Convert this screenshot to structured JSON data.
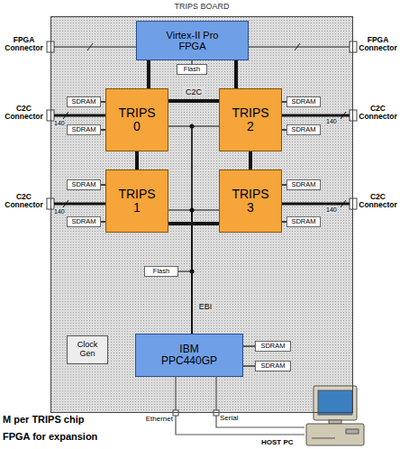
{
  "diagram": {
    "nodes": [
      {
        "text": [
          "TRIPS BOARD"
        ]
      },
      {
        "text": [
          "Virtex-II Pro FPGA"
        ],
        "in": 0
      },
      {
        "text": [
          "Flash"
        ],
        "in": 0
      },
      {
        "text": [
          "TRIPS 0"
        ],
        "in": 0
      },
      {
        "text": [
          "TRIPS 2"
        ],
        "in": 0
      },
      {
        "text": [
          "TRIPS 1"
        ],
        "in": 0
      },
      {
        "text": [
          "TRIPS 3"
        ],
        "in": 0
      },
      {
        "text": [
          "SDRAM"
        ],
        "in": 0
      },
      {
        "text": [
          "SDRAM"
        ],
        "in": 0
      },
      {
        "text": [
          "SDRAM"
        ],
        "in": 0
      },
      {
        "text": [
          "SDRAM"
        ],
        "in": 0
      },
      {
        "text": [
          "SDRAM"
        ],
        "in": 0
      },
      {
        "text": [
          "SDRAM"
        ],
        "in": 0
      },
      {
        "text": [
          "SDRAM"
        ],
        "in": 0
      },
      {
        "text": [
          "SDRAM"
        ],
        "in": 0
      },
      {
        "text": [
          "Flash"
        ],
        "in": 0
      },
      {
        "text": [
          "Clock Gen"
        ],
        "in": 0
      },
      {
        "text": [
          "IBM PPC440GP"
        ],
        "in": 0
      },
      {
        "text": [
          "SDRAM"
        ],
        "in": 0
      },
      {
        "text": [
          "SDRAM"
        ],
        "in": 0
      }
    ],
    "edges": [
      {
        "from": 1,
        "to": 2,
        "arrow": "none"
      },
      {
        "from": 1,
        "to": 3,
        "arrow": "none"
      },
      {
        "from": 1,
        "to": 4,
        "arrow": "none"
      },
      {
        "from": 3,
        "to": 4,
        "label": "C2C",
        "arrow": "none"
      },
      {
        "from": 3,
        "to": 5,
        "arrow": "none"
      },
      {
        "from": 4,
        "to": 6,
        "arrow": "none"
      },
      {
        "from": 5,
        "to": 6,
        "arrow": "none"
      },
      {
        "from": 7,
        "to": 3,
        "arrow": "none"
      },
      {
        "from": 9,
        "to": 3,
        "arrow": "none"
      },
      {
        "from": 8,
        "to": 4,
        "arrow": "none"
      },
      {
        "from": 10,
        "to": 4,
        "arrow": "none"
      },
      {
        "from": 11,
        "to": 5,
        "arrow": "none"
      },
      {
        "from": 13,
        "to": 5,
        "arrow": "none"
      },
      {
        "from": 12,
        "to": 6,
        "arrow": "none"
      },
      {
        "from": 14,
        "to": 6,
        "arrow": "none"
      },
      {
        "from": 17,
        "to": 3,
        "arrow": "none"
      },
      {
        "from": 17,
        "to": 4,
        "arrow": "none"
      },
      {
        "from": 17,
        "to": 5,
        "arrow": "none"
      },
      {
        "from": 17,
        "to": 6,
        "arrow": "none"
      },
      {
        "from": 17,
        "to": 15,
        "label": "EBI",
        "arrow": "none"
      },
      {
        "from": 17,
        "to": 18,
        "arrow": "none"
      },
      {
        "from": 17,
        "to": 19,
        "arrow": "none"
      }
    ],
    "labels": [
      "FPGA Connector",
      "FPGA Connector",
      "C2C Connector",
      "C2C Connector",
      "140",
      "140",
      "C2C Connector",
      "C2C Connector",
      "140",
      "140",
      "Ethernet",
      "Serial",
      "M per TRIPS chip",
      "FPGA for expansion",
      "HOST PC"
    ]
  }
}
